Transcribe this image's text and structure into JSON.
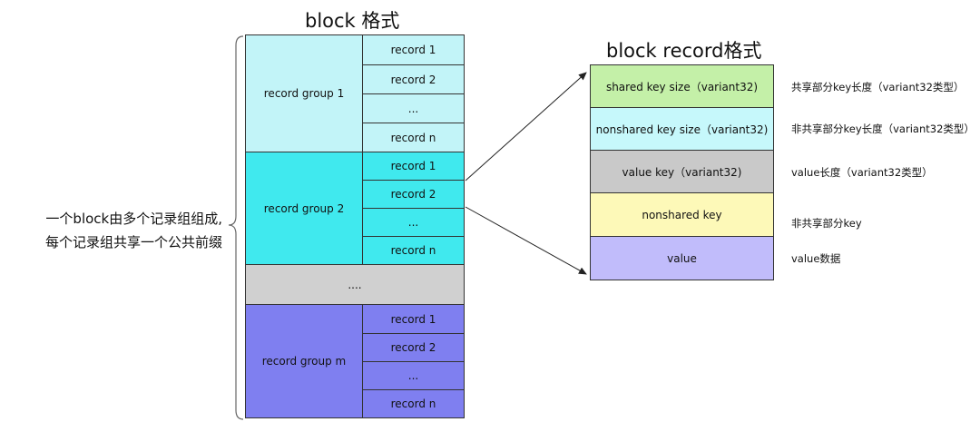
{
  "block": {
    "title": "block 格式",
    "side_label_1": "一个block由多个记录组组成,",
    "side_label_2": "每个记录组共享一个公共前缀",
    "group1": {
      "label": "record group 1",
      "records": [
        "record 1",
        "record 2",
        "...",
        "record n"
      ]
    },
    "group2": {
      "label": "record group 2",
      "records": [
        "record 1",
        "record 2",
        "...",
        "record n"
      ]
    },
    "gap": {
      "label": "...."
    },
    "groupm": {
      "label": "record group m",
      "records": [
        "record 1",
        "record 2",
        "...",
        "record n"
      ]
    }
  },
  "record": {
    "title": "block record格式",
    "fields": [
      {
        "label": "shared key size（variant32)",
        "desc": "共享部分key长度（variant32类型）"
      },
      {
        "label": "nonshared key size（variant32)",
        "desc": "非共享部分key长度（variant32类型）"
      },
      {
        "label": "value key（variant32)",
        "desc": "value长度（variant32类型）"
      },
      {
        "label": "nonshared key",
        "desc": "非共享部分key"
      },
      {
        "label": "value",
        "desc": "value数据"
      }
    ]
  },
  "colors": {
    "group1": "#c2f4f8",
    "group2": "#40e9ee",
    "gap": "#d0d0d0",
    "groupm": "#7f7ff0",
    "shared": "#c4f0a8",
    "nonshared_size": "#c6f8fb",
    "value_key": "#c9c9c9",
    "nonshared_key": "#fdf9b8",
    "value": "#c1bcfb"
  }
}
